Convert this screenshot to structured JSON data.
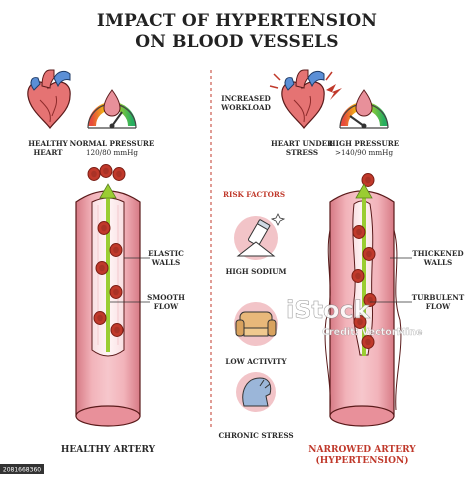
{
  "title": {
    "line1": "IMPACT OF HYPERTENSION",
    "line2": "ON BLOOD VESSELS"
  },
  "left": {
    "heart_label": [
      "HEALTHY",
      "HEART"
    ],
    "pressure_label": "NORMAL PRESSURE",
    "pressure_value": "120/80 mmHg",
    "wall_label": [
      "ELASTIC",
      "WALLS"
    ],
    "flow_label": [
      "SMOOTH",
      "FLOW"
    ],
    "caption": "HEALTHY ARTERY"
  },
  "right": {
    "workload_label": [
      "INCREASED",
      "WORKLOAD"
    ],
    "heart_label": [
      "HEART UNDER",
      "STRESS"
    ],
    "pressure_label": "HIGH PRESSURE",
    "pressure_value": ">140/90 mmHg",
    "wall_label": [
      "THICKENED",
      "WALLS"
    ],
    "flow_label": [
      "TURBULENT",
      "FLOW"
    ],
    "caption_line1": "NARROWED ARTERY",
    "caption_line2": "(HYPERTENSION)"
  },
  "risk": {
    "title": "RISK FACTORS",
    "items": [
      "HIGH SODIUM",
      "LOW ACTIVITY",
      "CHRONIC STRESS"
    ]
  },
  "watermark": {
    "brand": "iStock",
    "credit": "Credit: VectorMine",
    "id": "2081668360"
  },
  "colors": {
    "vessel": "#e8909a",
    "vessel_light": "#f4c3c8",
    "vessel_dark": "#c96a75",
    "blood": "#c0392b",
    "flow_arrow": "#9acd32",
    "accent_red": "#c0392b"
  }
}
